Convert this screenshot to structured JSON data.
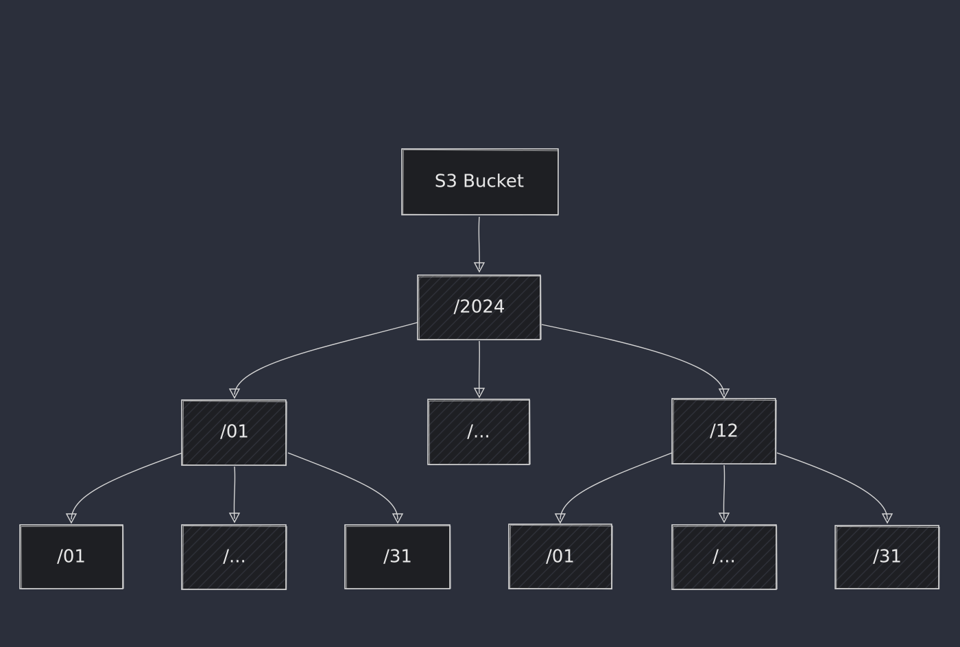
{
  "diagram": {
    "root": {
      "label": "S3 Bucket"
    },
    "year": {
      "label": "/2024"
    },
    "months": [
      {
        "label": "/01"
      },
      {
        "label": "/..."
      },
      {
        "label": "/12"
      }
    ],
    "days_month_01": [
      {
        "label": "/01"
      },
      {
        "label": "/..."
      },
      {
        "label": "/31"
      }
    ],
    "days_month_12": [
      {
        "label": "/01"
      },
      {
        "label": "/..."
      },
      {
        "label": "/31"
      }
    ]
  }
}
